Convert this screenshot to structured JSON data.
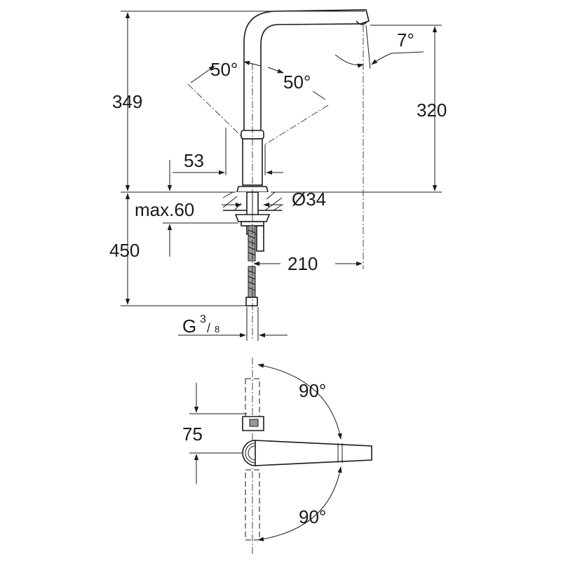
{
  "dimensions": {
    "total_height": "349",
    "spout_height": "320",
    "spout_swivel_left": "50°",
    "spout_swivel_right": "50°",
    "spout_tilt": "7°",
    "base_width": "53",
    "mount_hole": "Ø34",
    "max_deck_thickness": "max.60",
    "hose_length": "450",
    "spout_reach": "210",
    "connection_thread_prefix": "G",
    "connection_thread_num": "3",
    "connection_thread_den": "8",
    "lever_offset": "75",
    "lever_rotation_back": "90°",
    "lever_rotation_front": "90°"
  },
  "colors": {
    "line": "#1a1a1a",
    "hose": "#9a9a9a"
  }
}
